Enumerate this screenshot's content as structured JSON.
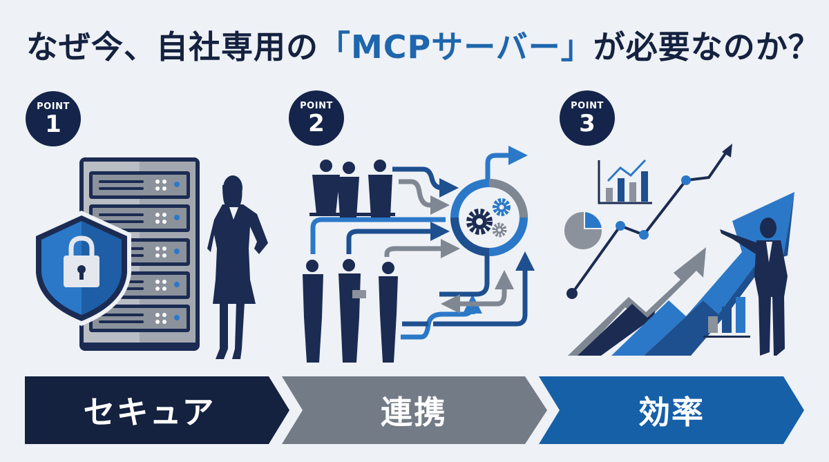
{
  "title": {
    "prefix": "なぜ今、自社専用の",
    "highlight": "「MCPサーバー」",
    "suffix": "が必要なのか？"
  },
  "points": [
    {
      "label": "POINT",
      "number": "1",
      "theme": "セキュア",
      "illustration": [
        "shield-lock-icon",
        "server-rack-icon",
        "businesswoman-silhouette"
      ],
      "color": "#14213f"
    },
    {
      "label": "POINT",
      "number": "2",
      "theme": "連携",
      "illustration": [
        "team-silhouettes",
        "flow-arrows",
        "gear-hub-icon"
      ],
      "color": "#737b87"
    },
    {
      "label": "POINT",
      "number": "3",
      "theme": "効率",
      "illustration": [
        "growth-arrows",
        "line-chart-icon",
        "pie-chart-icon",
        "bar-chart-icon",
        "businessman-pointing-silhouette"
      ],
      "color": "#1660a8"
    }
  ],
  "colors": {
    "background": "#eef1f5",
    "navy": "#14213f",
    "blue": "#1e66ad",
    "gray": "#737b87"
  }
}
